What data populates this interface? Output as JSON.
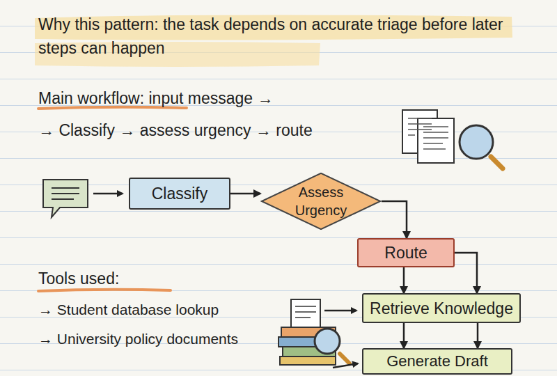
{
  "diagram": {
    "nodes": [
      {
        "text": [
          "Classify"
        ]
      },
      {
        "text": [
          "Assess Urgency"
        ]
      },
      {
        "text": [
          "Route"
        ]
      },
      {
        "text": [
          "Retrieve Knowledge"
        ]
      },
      {
        "text": [
          "Generate Draft"
        ]
      }
    ],
    "edges": [
      {
        "from": 0,
        "to": 1,
        "arrow": "to"
      },
      {
        "from": 1,
        "to": 2,
        "arrow": "to"
      },
      {
        "from": 2,
        "to": 3,
        "arrow": "to"
      },
      {
        "from": 2,
        "to": 3,
        "arrow": "to"
      },
      {
        "from": 3,
        "to": 4,
        "arrow": "to"
      },
      {
        "from": 3,
        "to": 4,
        "arrow": "to"
      }
    ],
    "labels": [
      "Why this pattern: the task depends on accurate triage before later steps can happen",
      "Main workflow: input message →",
      "→ Classify → assess urgency → route",
      "Tools used:",
      "→ Student database lookup",
      "→ University policy documents"
    ]
  }
}
